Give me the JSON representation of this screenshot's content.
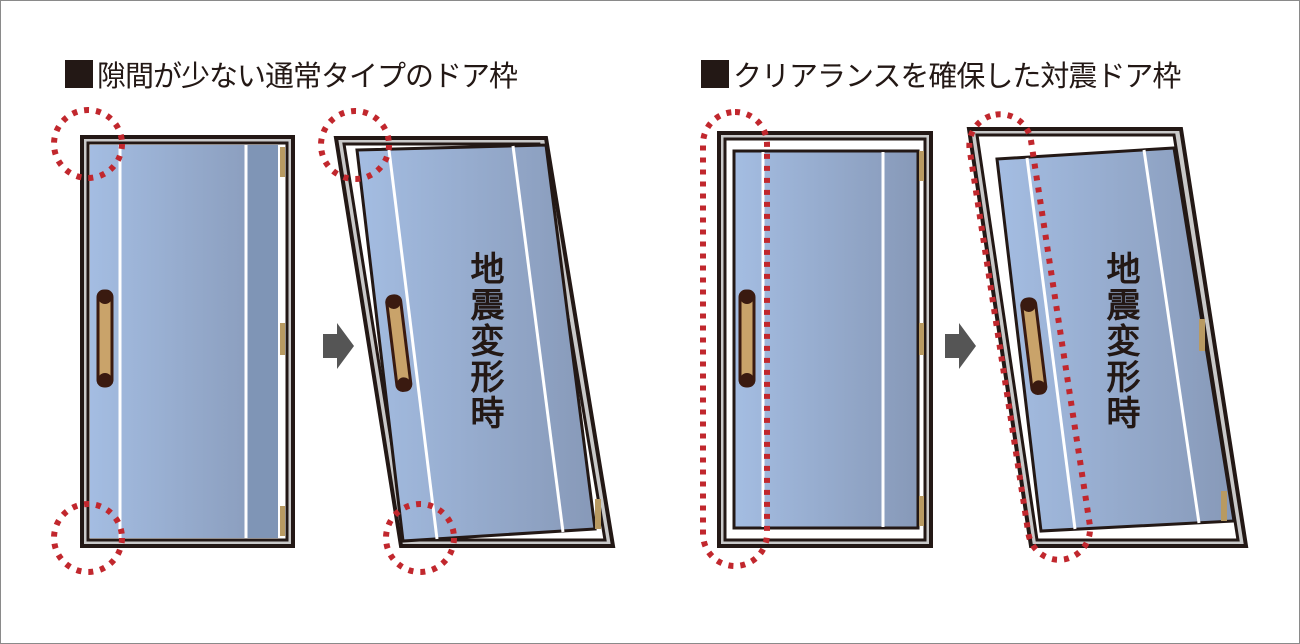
{
  "left_panel": {
    "title": "隙間が少ない通常タイプのドア枠",
    "deformed_label": "地震変形時"
  },
  "right_panel": {
    "title": "クリアランスを確保した対震ドア枠",
    "deformed_label": "地震変形時"
  },
  "colors": {
    "frame": "#231815",
    "frame_band": "#c9c9c9",
    "door_light": "#a4bde2",
    "door_dark": "#7f95b6",
    "highlight": "#c1272d",
    "hinge": "#b89a62",
    "arrow": "#555555"
  }
}
